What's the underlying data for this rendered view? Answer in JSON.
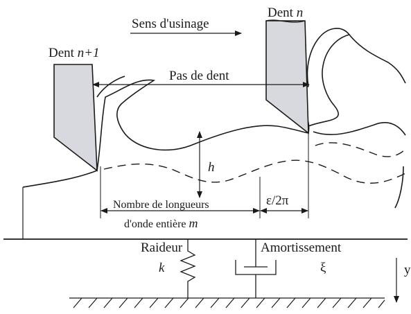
{
  "labels": {
    "dent_n_prefix": "Dent ",
    "dent_n_var": "n",
    "dent_n1_prefix": "Dent ",
    "dent_n1_var": "n+1",
    "sens": "Sens d'usinage",
    "pas": "Pas de dent",
    "h": "h",
    "nombre_line1": "Nombre de longueurs",
    "nombre_line2": "d'onde entière ",
    "nombre_var": "m",
    "eps": "ε/2π",
    "raideur": "Raideur",
    "k": "k",
    "amortissement": "Amortissement",
    "xi": "ξ",
    "y": "y"
  },
  "colors": {
    "tool_fill": "#d8d9de",
    "stroke": "#1a1a1a",
    "background": "#ffffff"
  }
}
